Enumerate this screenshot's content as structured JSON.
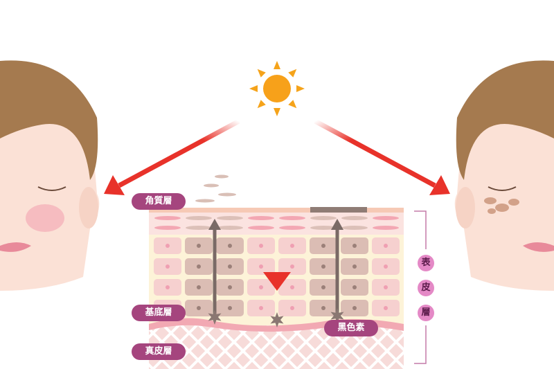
{
  "labels": {
    "stratum_corneum": "角質層",
    "basal_layer": "基底層",
    "dermis": "真皮層",
    "melanin": "黑色素"
  },
  "epidermis": [
    "表",
    "皮",
    "層"
  ],
  "colors": {
    "arrow": "#e8322a",
    "sun": "#f5a31a",
    "label_bg": "#a5457e",
    "melanin_arrow": "#7a6a66"
  }
}
